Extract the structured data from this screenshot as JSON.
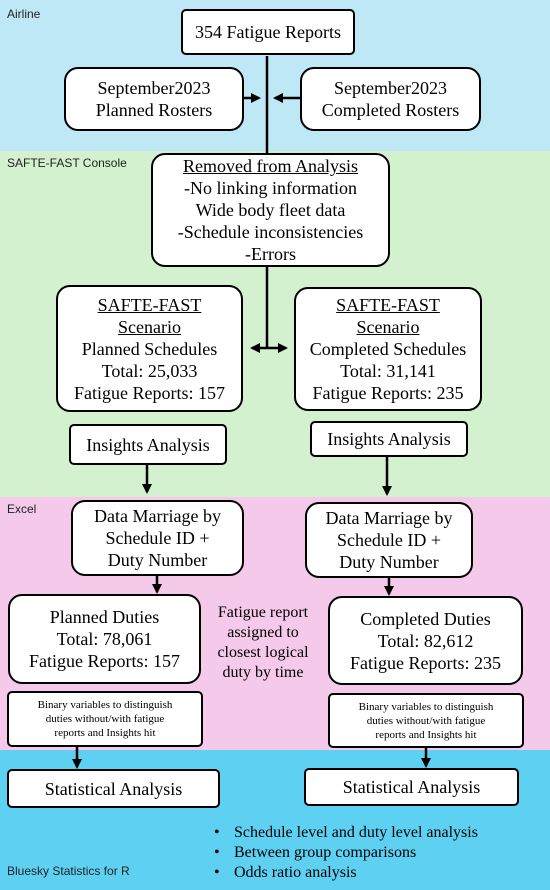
{
  "sections": {
    "airline": {
      "label": "Airline",
      "color": "#bfe8f7"
    },
    "safte": {
      "label": "SAFTE-FAST Console",
      "color": "#d3f0cf"
    },
    "excel": {
      "label": "Excel",
      "color": "#f5c9ea"
    },
    "bluesky": {
      "label": "Bluesky Statistics for R",
      "color": "#5ed1f2"
    }
  },
  "nodes": {
    "fatigue_reports": "354 Fatigue Reports",
    "planned_rosters": {
      "line1": "September2023",
      "line2": "Planned Rosters"
    },
    "completed_rosters": {
      "line1": "September2023",
      "line2": "Completed Rosters"
    },
    "removed": {
      "title": "Removed from Analysis",
      "items": [
        "-No linking information",
        "Wide body fleet data",
        "-Schedule inconsistencies",
        "-Errors"
      ]
    },
    "planned_scenario": {
      "title1": "SAFTE-FAST",
      "title2": "Scenario",
      "line1": "Planned Schedules",
      "line2": "Total: 25,033",
      "line3": "Fatigue Reports: 157"
    },
    "completed_scenario": {
      "title1": "SAFTE-FAST",
      "title2": "Scenario",
      "line1": "Completed Schedules",
      "line2": "Total: 31,141",
      "line3": "Fatigue Reports: 235"
    },
    "insights_left": "Insights Analysis",
    "insights_right": "Insights Analysis",
    "marriage_left": [
      "Data Marriage by",
      "Schedule ID +",
      "Duty Number"
    ],
    "marriage_right": [
      "Data Marriage by",
      "Schedule ID +",
      "Duty Number"
    ],
    "planned_duties": {
      "line1": "Planned Duties",
      "line2": "Total: 78,061",
      "line3": "Fatigue Reports: 157"
    },
    "completed_duties": {
      "line1": "Completed Duties",
      "line2": "Total: 82,612",
      "line3": "Fatigue Reports: 235"
    },
    "assign_note": [
      "Fatigue report",
      "assigned to",
      "closest logical",
      "duty by time"
    ],
    "binary_left": [
      "Binary variables to distinguish",
      "duties without/with fatigue",
      "reports and Insights hit"
    ],
    "binary_right": [
      "Binary variables to distinguish",
      "duties without/with fatigue",
      "reports and Insights hit"
    ],
    "stats_left": "Statistical Analysis",
    "stats_right": "Statistical Analysis"
  },
  "analysis_list": [
    "Schedule level and duty level analysis",
    "Between group comparisons",
    "Odds ratio analysis"
  ]
}
